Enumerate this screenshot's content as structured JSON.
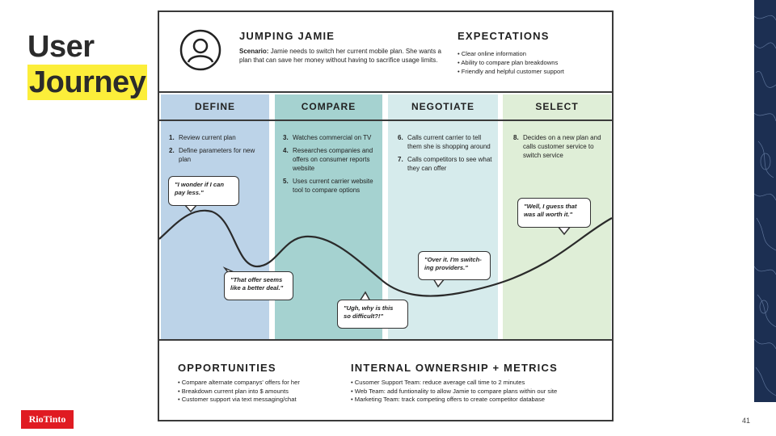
{
  "slide": {
    "title_line1": "User",
    "title_line2": "Journey",
    "page_number": "41",
    "logo_text": "RioTinto"
  },
  "persona": {
    "name": "JUMPING JAMIE",
    "scenario_label": "Scenario:",
    "scenario_text": "Jamie needs to switch her current mobile plan. She wants a plan that can save her money without having to sacrifice usage limits."
  },
  "expectations": {
    "title": "EXPECTATIONS",
    "items": [
      "Clear online information",
      "Ability to compare plan breakdowns",
      "Friendly and helpful customer support"
    ]
  },
  "stages": [
    {
      "name": "DEFINE",
      "color": "#bcd3e8",
      "steps": [
        {
          "num": "1.",
          "text": "Review current plan"
        },
        {
          "num": "2.",
          "text": "Define parameters for new plan"
        }
      ]
    },
    {
      "name": "COMPARE",
      "color": "#a5d2d0",
      "steps": [
        {
          "num": "3.",
          "text": "Watches commercial on TV"
        },
        {
          "num": "4.",
          "text": "Researches companies and offers on consumer reports website"
        },
        {
          "num": "5.",
          "text": "Uses current carrier website tool to compare options"
        }
      ]
    },
    {
      "name": "NEGOTIATE",
      "color": "#d6ebec",
      "steps": [
        {
          "num": "6.",
          "text": "Calls current carrier to tell them she is shopping around"
        },
        {
          "num": "7.",
          "text": "Calls competitors to see what they can offer"
        }
      ]
    },
    {
      "name": "SELECT",
      "color": "#dfeed7",
      "steps": [
        {
          "num": "8.",
          "text": "Decides on a new plan and calls customer service to switch service"
        }
      ]
    }
  ],
  "quotes": [
    "\"I wonder if I can pay less.\"",
    "\"That offer seems like a better deal.\"",
    "\"Ugh, why is this so difficult?!\"",
    "\"Over it. I'm switch-ing providers.\"",
    "\"Well, I guess that was all worth it.\""
  ],
  "opportunities": {
    "title": "OPPORTUNITIES",
    "items": [
      "Compare alternate companys' offers for her",
      "Breakdown current plan into $ amounts",
      "Customer support via text messaging/chat"
    ]
  },
  "ownership": {
    "title": "INTERNAL OWNERSHIP + METRICS",
    "items": [
      "Cusomer Support Team: reduce average call time to 2 minutes",
      "Web Team: add funtionality to allow Jamie to compare plans within our site",
      "Marketing Team: track competing offers to create competitor database"
    ]
  },
  "colors": {
    "accent_highlight": "#fcee3a",
    "logo_red": "#e01b22",
    "deco_navy": "#1c2f52",
    "frame_border": "#3a3a3a"
  }
}
